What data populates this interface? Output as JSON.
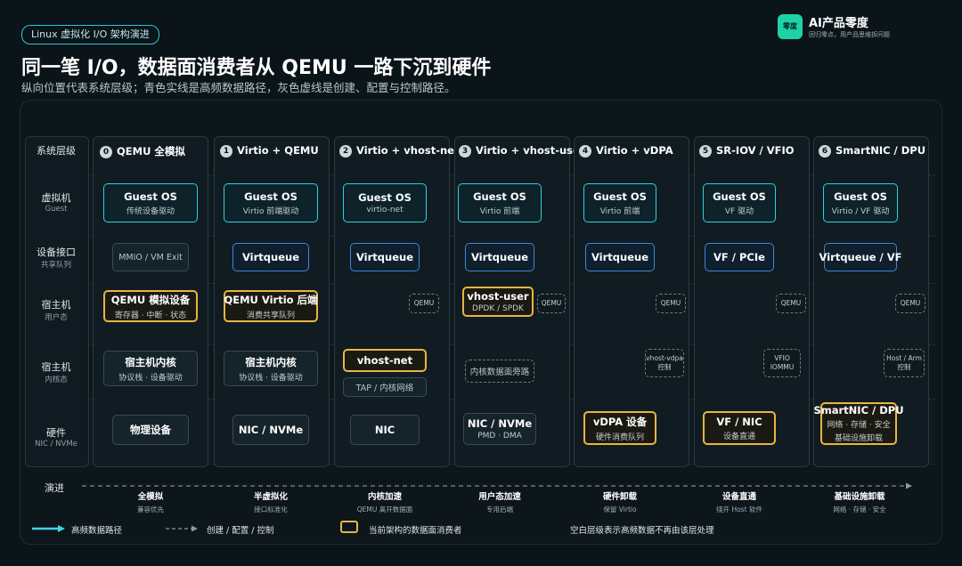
{
  "header": {
    "tag": "Linux 虚拟化 I/O 架构演进",
    "title": "同一笔 I/O，数据面消费者从 QEMU 一路下沉到硬件",
    "subtitle": "纵向位置代表系统层级；青色实线是高频数据路径，灰色虚线是创建、配置与控制路径。"
  },
  "brand": {
    "logo": "零度",
    "name": "AI产品零度",
    "slogan": "回归零点，用产品思维拆问题"
  },
  "rows": {
    "header_label": "系统层级",
    "guest": {
      "label": "虚拟机",
      "sub": "Guest"
    },
    "iface": {
      "label": "设备接口",
      "sub": "共享队列"
    },
    "user": {
      "label": "宿主机",
      "sub": "用户态"
    },
    "kernel": {
      "label": "宿主机",
      "sub": "内核态"
    },
    "hw": {
      "label": "硬件",
      "sub": "NIC / NVMe"
    }
  },
  "columns": [
    {
      "num": "0",
      "title": "QEMU 全模拟",
      "guest": {
        "t1": "Guest OS",
        "t2": "传统设备驱动"
      },
      "iface": "MMIO / VM Exit",
      "user": {
        "t1": "QEMU 模拟设备",
        "t2": "寄存器 · 中断 · 状态"
      },
      "kernel": {
        "t1": "宿主机内核",
        "t2": "协议栈 · 设备驱动"
      },
      "hw": {
        "t1": "物理设备"
      }
    },
    {
      "num": "1",
      "title": "Virtio + QEMU",
      "guest": {
        "t1": "Guest OS",
        "t2": "Virtio 前端驱动"
      },
      "iface": "Virtqueue",
      "user": {
        "t1": "QEMU Virtio 后端",
        "t2": "消费共享队列"
      },
      "kernel": {
        "t1": "宿主机内核",
        "t2": "协议栈 · 设备驱动"
      },
      "hw": {
        "t1": "NIC / NVMe"
      }
    },
    {
      "num": "2",
      "title": "Virtio + vhost-net",
      "guest": {
        "t1": "Guest OS",
        "t2": "virtio-net"
      },
      "iface": "Virtqueue",
      "qemu": "QEMU",
      "kernel": {
        "t1": "vhost-net",
        "t2": "TAP / 内核网络"
      },
      "hw": {
        "t1": "NIC"
      }
    },
    {
      "num": "3",
      "title": "Virtio + vhost-user",
      "guest": {
        "t1": "Guest OS",
        "t2": "Virtio 前端"
      },
      "iface": "Virtqueue",
      "user": {
        "t1": "vhost-user",
        "t2": "DPDK / SPDK"
      },
      "qemu": "QEMU",
      "kernel": {
        "t1": "内核数据面旁路"
      },
      "hw": {
        "t1": "NIC / NVMe",
        "t2": "PMD · DMA"
      }
    },
    {
      "num": "4",
      "title": "Virtio + vDPA",
      "guest": {
        "t1": "Guest OS",
        "t2": "Virtio 前端"
      },
      "iface": "Virtqueue",
      "qemu": "QEMU",
      "ctrl": [
        "vhost-vdpa",
        "控制"
      ],
      "hw": {
        "t1": "vDPA 设备",
        "t2": "硬件消费队列"
      }
    },
    {
      "num": "5",
      "title": "SR-IOV / VFIO",
      "guest": {
        "t1": "Guest OS",
        "t2": "VF 驱动"
      },
      "iface": "VF / PCIe",
      "qemu": "QEMU",
      "ctrl": [
        "VFIO",
        "IOMMU"
      ],
      "hw": {
        "t1": "VF / NIC",
        "t2": "设备直通"
      }
    },
    {
      "num": "6",
      "title": "SmartNIC / DPU",
      "guest": {
        "t1": "Guest OS",
        "t2": "Virtio / VF 驱动"
      },
      "iface": "Virtqueue / VF",
      "qemu": "QEMU",
      "ctrl": [
        "Host / Arm",
        "控制"
      ],
      "hw": {
        "t1": "SmartNIC / DPU",
        "t2": "网络 · 存储 · 安全",
        "t3": "基础设施卸载"
      }
    }
  ],
  "evolution": {
    "label": "演进",
    "stages": [
      {
        "t1": "全模拟",
        "t2": "兼容优先"
      },
      {
        "t1": "半虚拟化",
        "t2": "接口标准化"
      },
      {
        "t1": "内核加速",
        "t2": "QEMU 离开数据面"
      },
      {
        "t1": "用户态加速",
        "t2": "专用后端"
      },
      {
        "t1": "硬件卸载",
        "t2": "保留 Virtio"
      },
      {
        "t1": "设备直通",
        "t2": "绕开 Host 软件"
      },
      {
        "t1": "基础设施卸载",
        "t2": "网络 · 存储 · 安全"
      }
    ]
  },
  "legend": {
    "data_path": "高频数据路径",
    "control_path": "创建 / 配置 / 控制",
    "consumer": "当前架构的数据面消费者",
    "note": "空白层级表示高频数据不再由该层处理"
  },
  "colors": {
    "data": "#45d3e3",
    "control": "#8e9aa0",
    "consumer": "#e8b542",
    "queue": "#3e86d4",
    "bg": "#0b1419"
  }
}
